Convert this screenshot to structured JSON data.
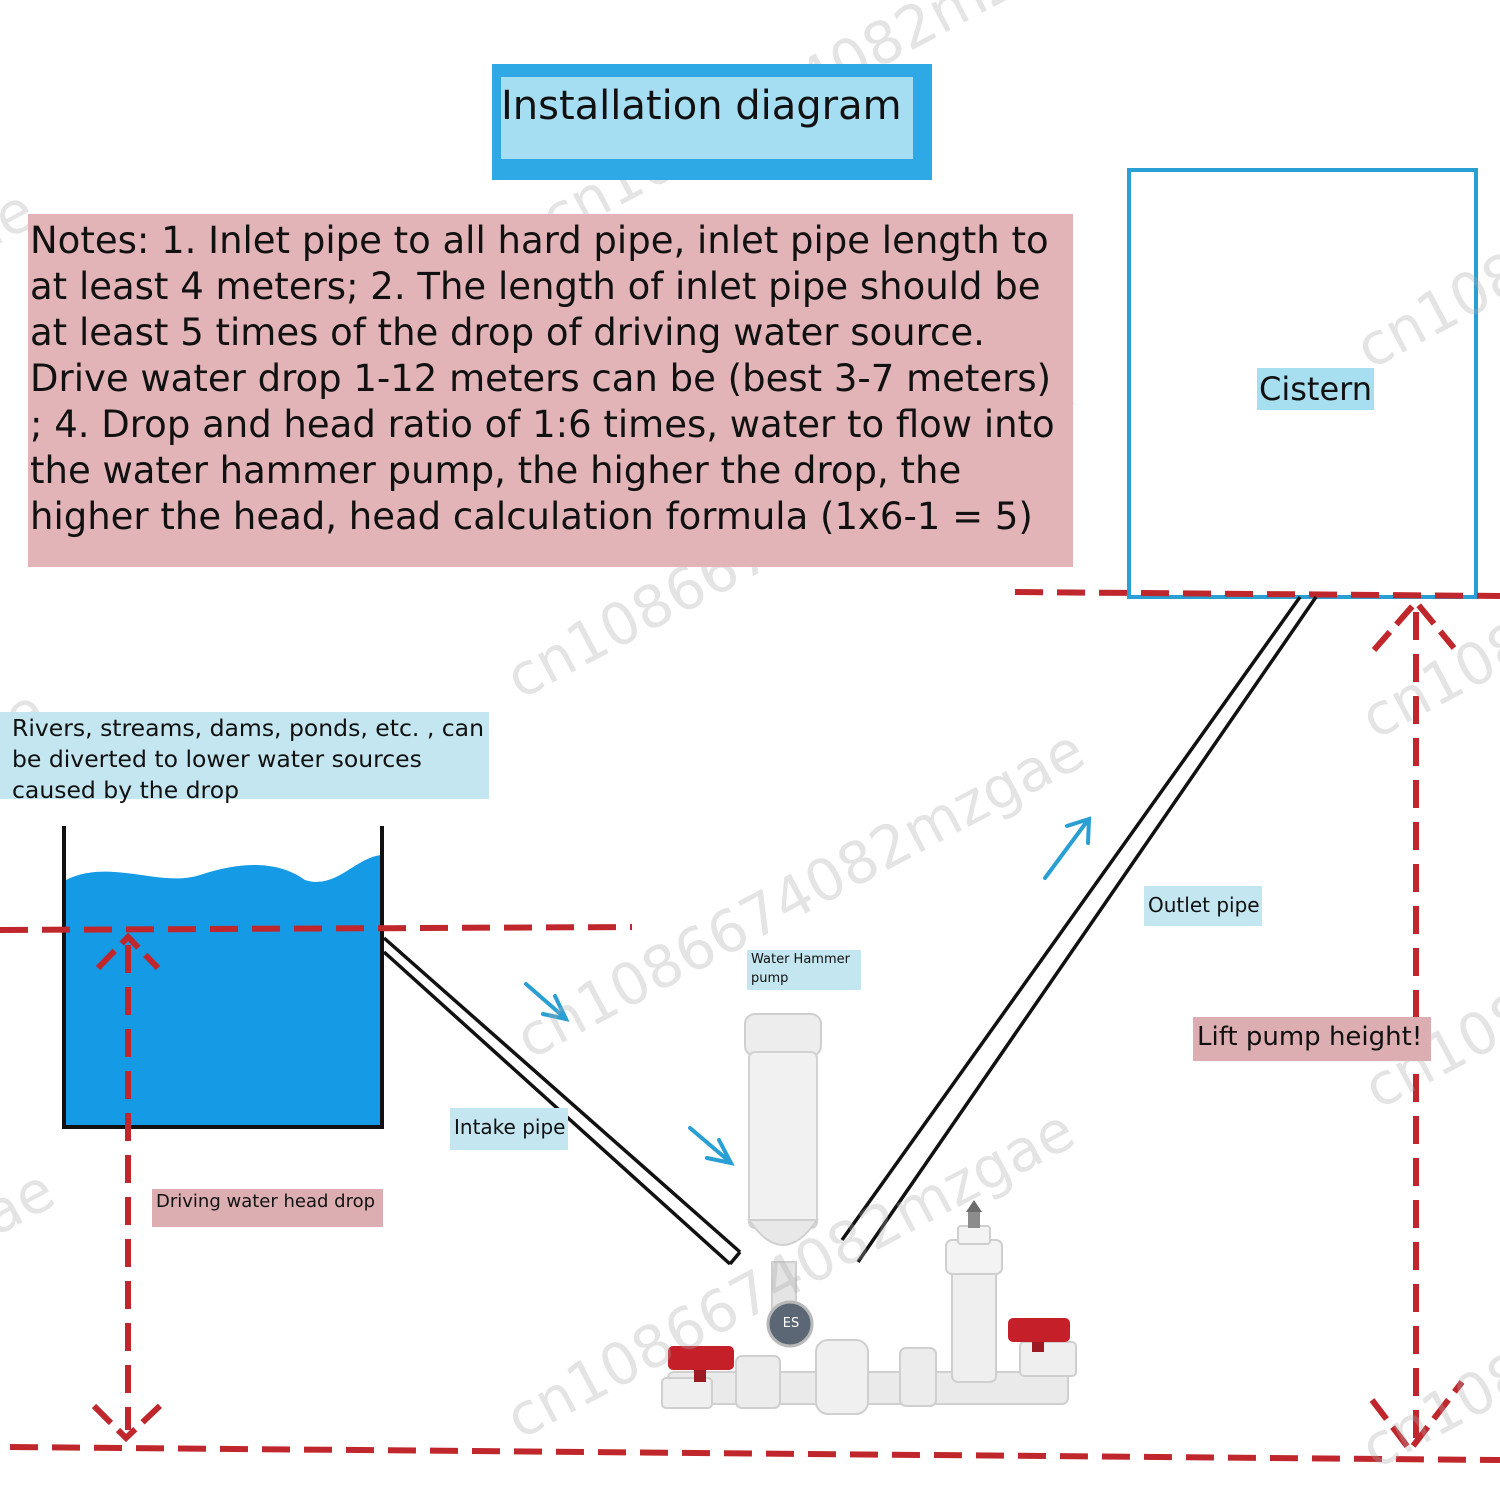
{
  "title": "Installation diagram",
  "notes": "Notes: 1. Inlet pipe to all hard pipe, inlet pipe length to at least 4 meters; 2. The length of inlet pipe should be at least 5 times of the drop of driving water source. Drive water drop 1-12 meters can be (best 3-7 meters) ; 4. Drop and head ratio of 1:6 times, water to flow into the water hammer pump, the higher the drop, the higher the head, head calculation formula (1x6-1 = 5)",
  "labels": {
    "cistern": "Cistern",
    "water_source": "Rivers, streams, dams, ponds, etc. , can be diverted to lower water sources caused by the drop",
    "outlet_pipe": "Outlet pipe",
    "intake_pipe": "Intake pipe",
    "water_hammer_pump": "Water Hammer pump",
    "lift_pump_height": "Lift pump height!",
    "driving_water_head_drop": "Driving water head drop",
    "gauge_mark": "ES"
  },
  "watermark": "cn1086674082mzgae",
  "colors": {
    "title_frame": "#2fa9e6",
    "title_fill": "#a5ddf2",
    "notes_fill": "#e2b4b8",
    "label_blue": "#c4e6f1",
    "label_pink": "#dcaeb2",
    "water": "#159ae6",
    "cistern_border": "#2a9fd4",
    "dashed_red": "#c0272d",
    "arrow_blue": "#2a9fd4",
    "pump_white": "#eeeeee",
    "valve_red": "#c51f2a"
  }
}
